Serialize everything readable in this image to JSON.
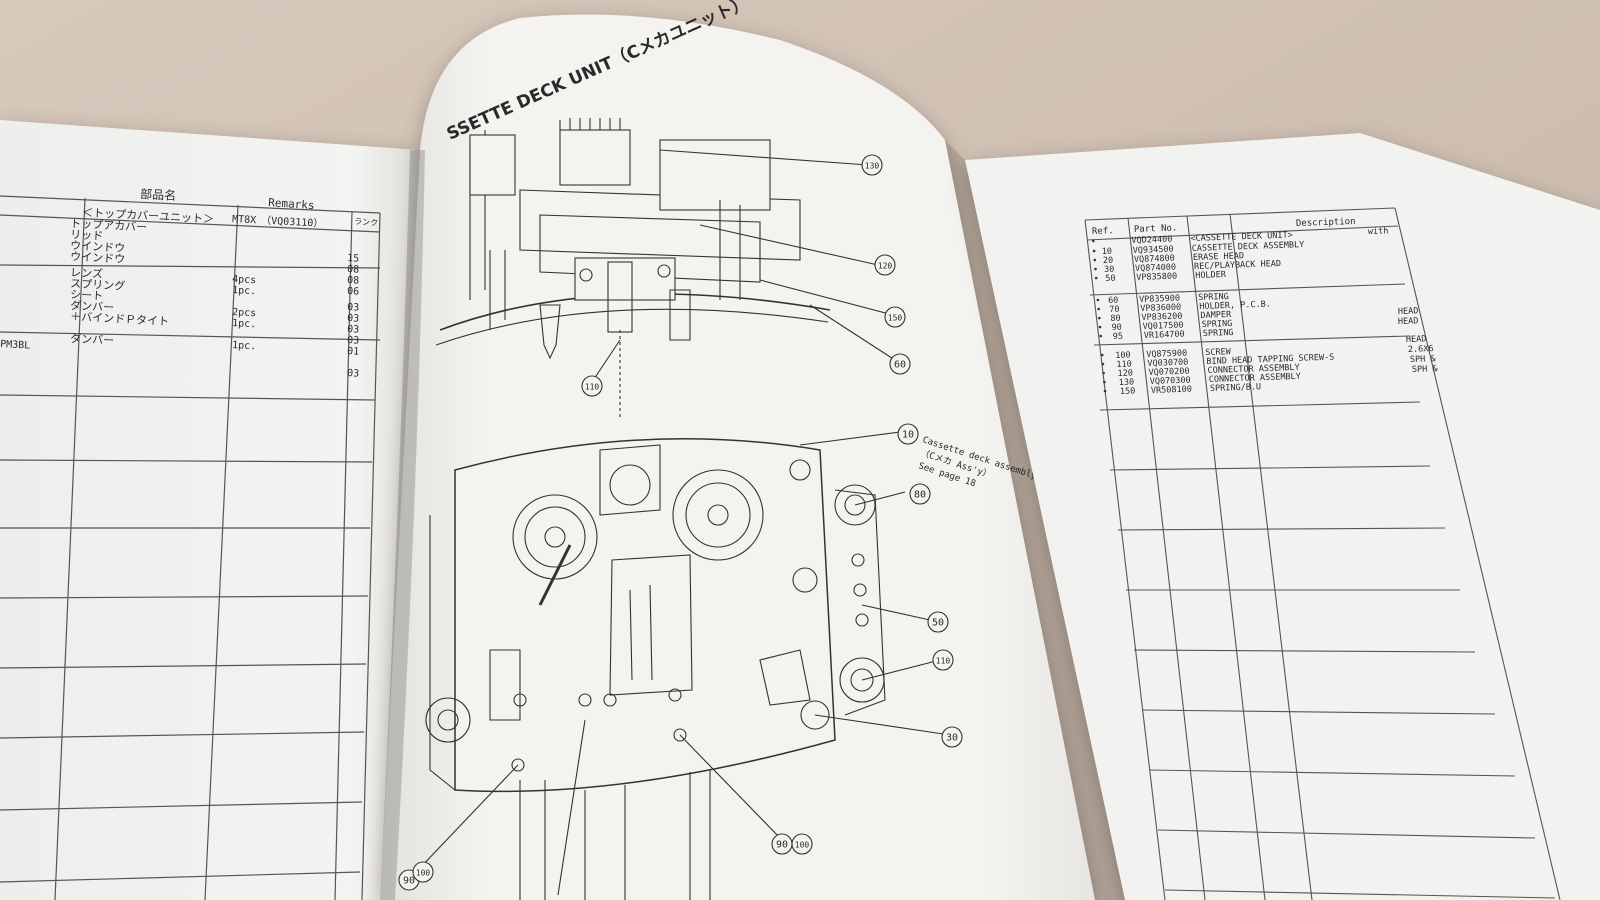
{
  "colors": {
    "background": "#cfc0b3",
    "paper": "#f4f3f0",
    "ink": "#2a2a2a",
    "line": "#555555"
  },
  "left_page": {
    "headers": {
      "name": "部品名",
      "remarks": "Remarks",
      "rank": "ランク"
    },
    "rows": [
      {
        "model": "",
        "name": "＜トップカバーユニット＞",
        "remark": "MT8X　（VQ03110）",
        "rank": ""
      },
      {
        "model": "",
        "name": "トップアカバー",
        "remark": "",
        "rank": "15"
      },
      {
        "model": "",
        "name": "リッド",
        "remark": "",
        "rank": "08"
      },
      {
        "model": "",
        "name": "ウインドウ",
        "remark": "",
        "rank": "08"
      },
      {
        "model": "",
        "name": "ウインドウ",
        "remark": "",
        "rank": "06"
      },
      {
        "model": "",
        "name": "レンズ",
        "remark": "4pcs",
        "rank": "03"
      },
      {
        "model": "",
        "name": "スプリング",
        "remark": "1pc.",
        "rank": "03"
      },
      {
        "model": "",
        "name": "シート",
        "remark": "",
        "rank": "03"
      },
      {
        "model": "",
        "name": "ダンバー",
        "remark": "2pcs",
        "rank": "03"
      },
      {
        "model": "",
        "name": "＋バインドＰタイト",
        "remark": "1pc.",
        "rank": "01"
      },
      {
        "model": "PM3BL",
        "name": "ダンバー",
        "remark": "1pc.",
        "rank": "03"
      }
    ]
  },
  "center_page": {
    "title": "SSETTE DECK UNIT（Cメカユニット）",
    "callouts": [
      "130",
      "120",
      "150",
      "60",
      "110",
      "10",
      "80",
      "50",
      "110",
      "30",
      "90",
      "100",
      "90",
      "100"
    ],
    "note_lines": [
      "Cassette deck assembly",
      "（Cメカ Ass'y）",
      "See page 18"
    ]
  },
  "right_page": {
    "headers": {
      "ref": "Ref.",
      "part": "Part No.",
      "desc": "Description"
    },
    "side_notes": [
      "with",
      "HEAD",
      "HEAD",
      "HEAD",
      "2.6X6",
      "SPH &",
      "SPH &"
    ],
    "rows": [
      {
        "ref": "",
        "part": "VQD24400",
        "desc": "<CASSETTE DECK UNIT>"
      },
      {
        "ref": "10",
        "part": "VQ934500",
        "desc": "CASSETTE DECK ASSEMBLY"
      },
      {
        "ref": "20",
        "part": "VQ874800",
        "desc": "ERASE HEAD"
      },
      {
        "ref": "30",
        "part": "VQ874000",
        "desc": "REC/PLAYBACK HEAD"
      },
      {
        "ref": "50",
        "part": "VP835800",
        "desc": "HOLDER"
      },
      {
        "ref": "60",
        "part": "VP835900",
        "desc": "SPRING"
      },
      {
        "ref": "70",
        "part": "VP836000",
        "desc": "HOLDER, P.C.B."
      },
      {
        "ref": "80",
        "part": "VP836200",
        "desc": "DAMPER"
      },
      {
        "ref": "90",
        "part": "VQ017500",
        "desc": "SPRING"
      },
      {
        "ref": "95",
        "part": "VR164700",
        "desc": "SPRING"
      },
      {
        "ref": "100",
        "part": "VQ875900",
        "desc": "SCREW"
      },
      {
        "ref": "110",
        "part": "VQ030700",
        "desc": "BIND HEAD TAPPING SCREW-S"
      },
      {
        "ref": "120",
        "part": "VQ070200",
        "desc": "CONNECTOR ASSEMBLY"
      },
      {
        "ref": "130",
        "part": "VQ070300",
        "desc": "CONNECTOR ASSEMBLY"
      },
      {
        "ref": "150",
        "part": "VR508100",
        "desc": "SPRING/B.U"
      }
    ]
  }
}
